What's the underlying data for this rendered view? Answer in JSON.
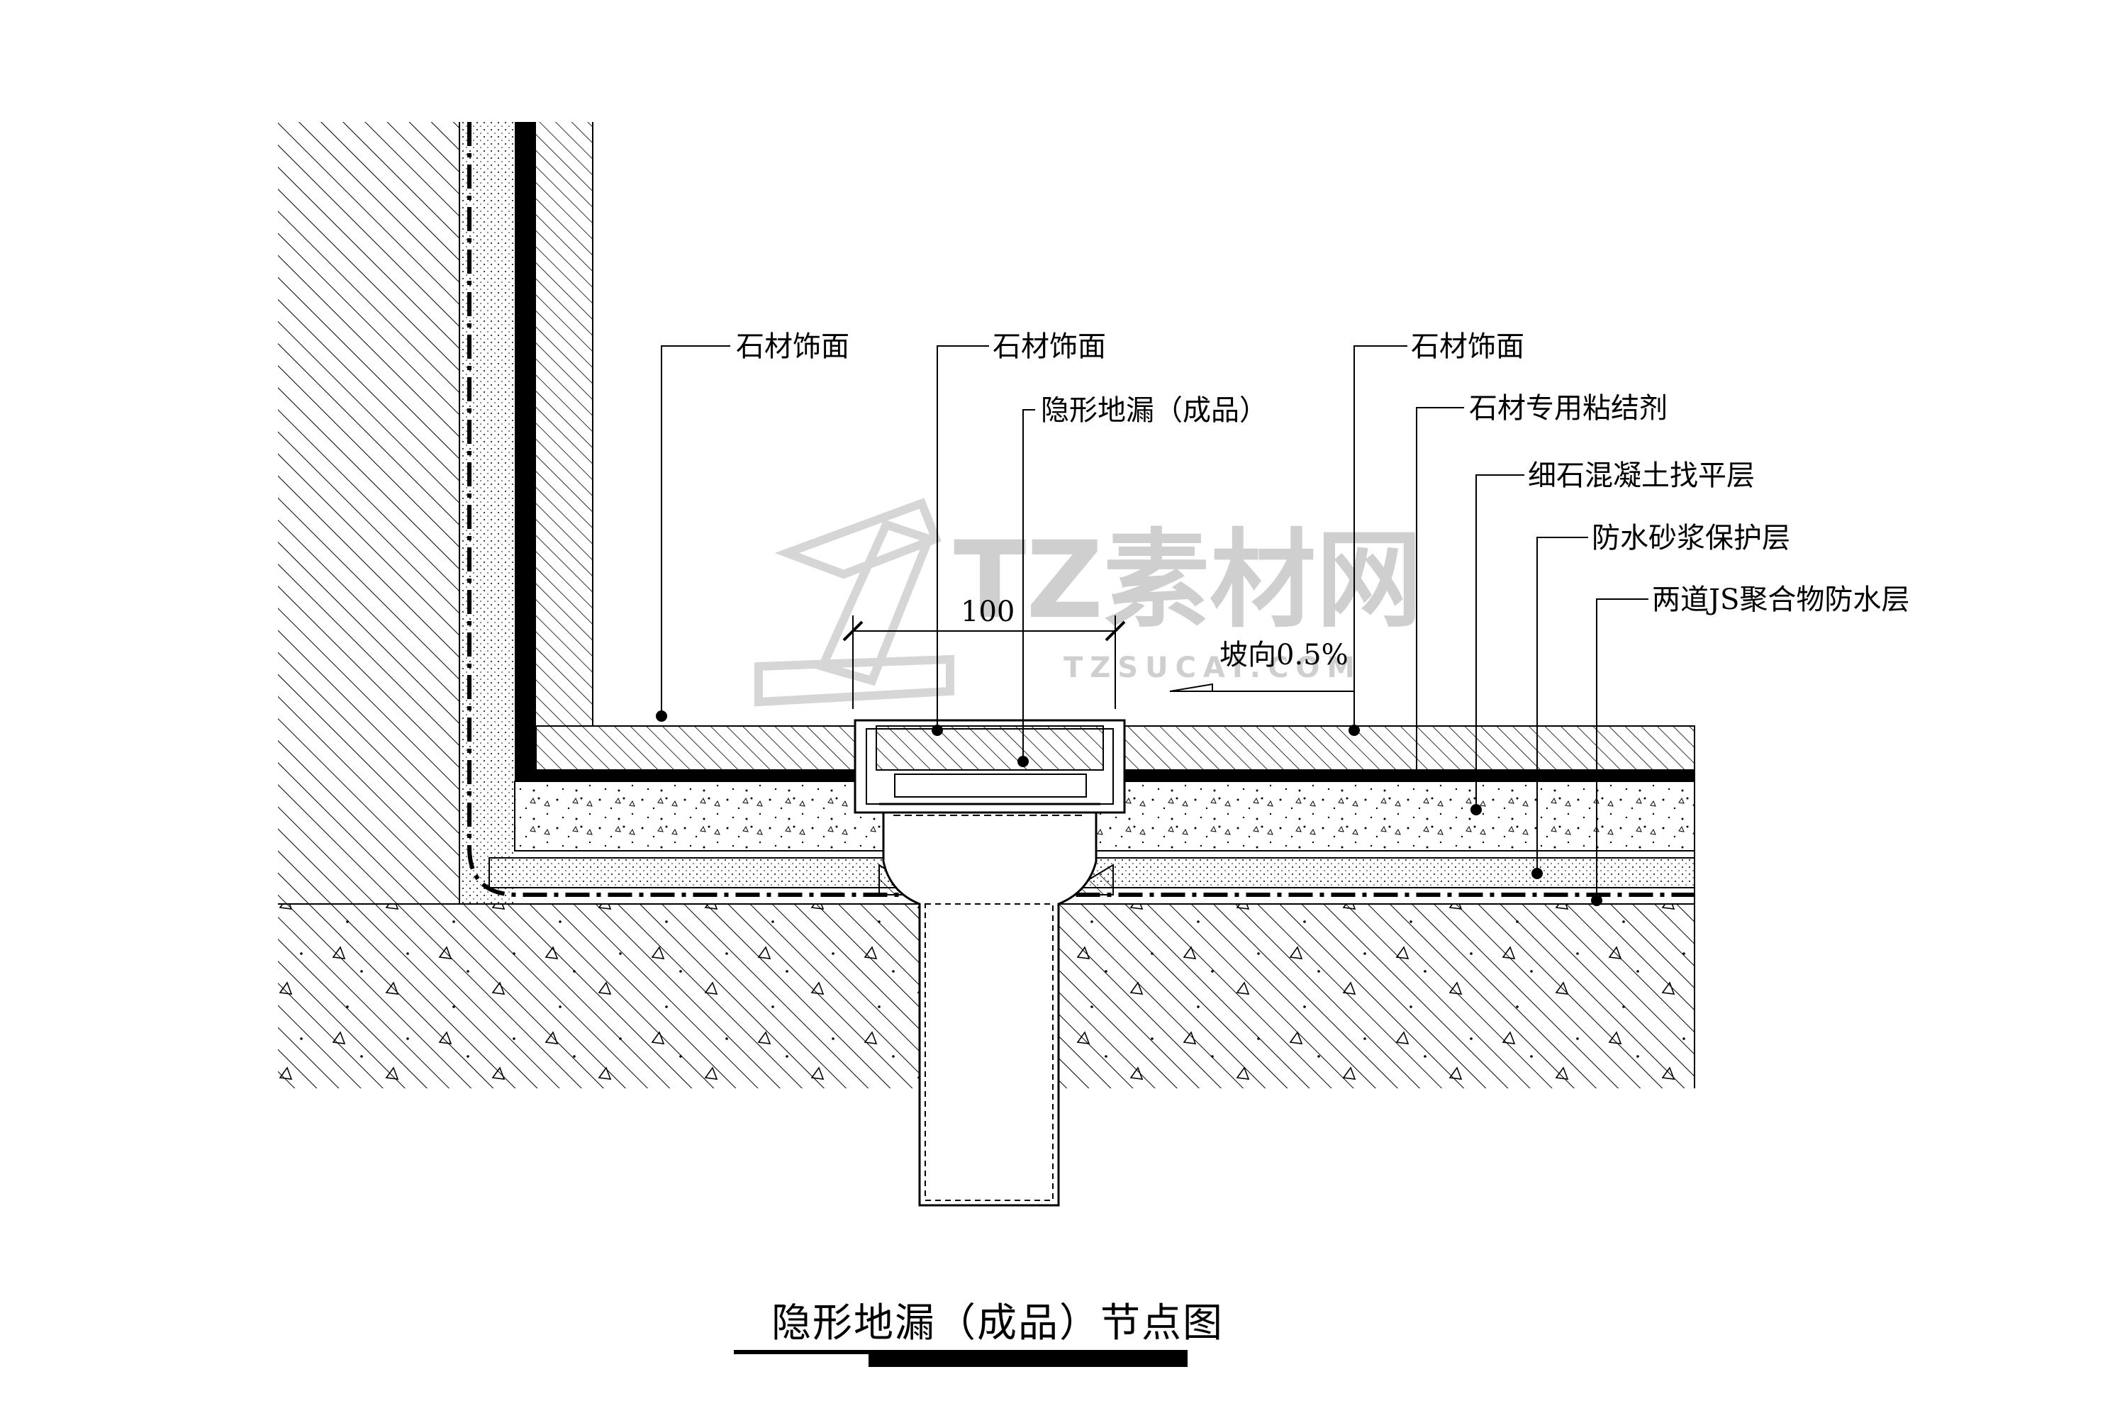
{
  "drawing": {
    "title": "隐形地漏（成品）节点图",
    "dimension_text": "100",
    "slope_text": "坡向0.5%",
    "labels": {
      "stone_finish_1": "石材饰面",
      "stone_finish_2": "石材饰面",
      "hidden_drain": "隐形地漏（成品）",
      "stone_finish_3": "石材饰面",
      "stone_adhesive": "石材专用粘结剂",
      "fine_concrete": "细石混凝土找平层",
      "mortar_protection": "防水砂浆保护层",
      "js_waterproof": "两道JS聚合物防水层"
    }
  },
  "watermark": {
    "main": "TZ素材网",
    "sub": "TZSUCAI.COM",
    "color": "#cfcfcf"
  },
  "colors": {
    "line": "#000000",
    "background": "#ffffff"
  }
}
